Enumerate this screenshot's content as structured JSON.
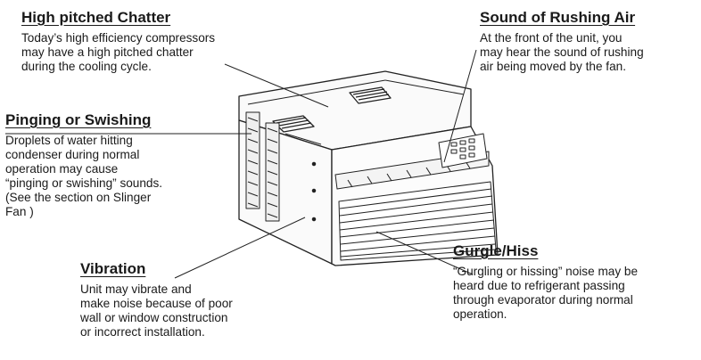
{
  "callouts": {
    "chatter": {
      "heading": "High pitched Chatter",
      "lines": [
        "Today’s high efficiency compressors",
        "may have a high pitched chatter",
        "during the cooling cycle."
      ]
    },
    "air": {
      "heading": "Sound of Rushing Air",
      "lines": [
        "At the front of the unit, you",
        "may hear the sound of rushing",
        "air being moved by the fan."
      ]
    },
    "pinging": {
      "heading": "Pinging or Swishing",
      "lines": [
        "Droplets of water hitting",
        "condenser during normal",
        "operation may cause",
        "“pinging or swishing” sounds.",
        "(See the section on Slinger",
        "Fan )"
      ]
    },
    "vibration": {
      "heading": "Vibration",
      "lines": [
        "Unit may vibrate and",
        "make noise because of poor",
        "wall or window construction",
        "or incorrect installation."
      ]
    },
    "gurgle": {
      "heading": "Gurgle/Hiss",
      "lines": [
        "“Gurgling or hissing” noise may be",
        "heard due to refrigerant passing",
        "through evaporator during normal",
        "operation."
      ]
    }
  }
}
